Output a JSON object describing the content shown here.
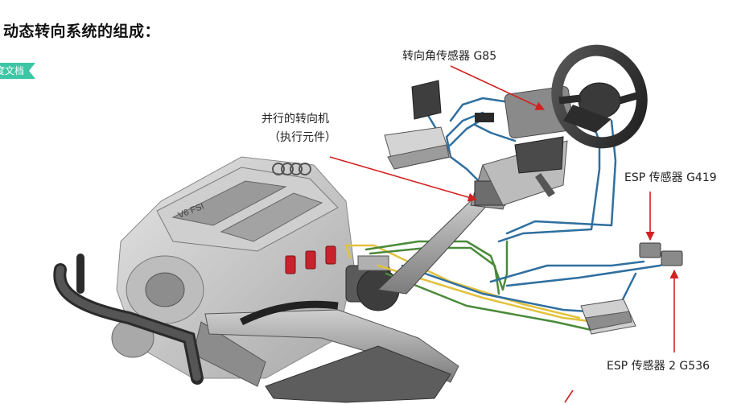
{
  "header": {
    "title": "动态转向系统的组成：",
    "badge": "度文档"
  },
  "labels": {
    "steering_angle_sensor": "转向角传感器 G85",
    "parallel_steering_gear": "并行的转向机",
    "actuator": "（执行元件）",
    "esp_sensor_1": "ESP 传感器 G419",
    "esp_sensor_2": "ESP 传感器 2 G536"
  },
  "engine": {
    "badge": "V6 FSI"
  },
  "colors": {
    "wire_blue": "#2f6f9f",
    "wire_green": "#4a8a3a",
    "wire_yellow": "#e2c23c",
    "arrow_red": "#d32020",
    "badge_teal": "#3cc6a5",
    "ignition_red": "#c8232c"
  }
}
